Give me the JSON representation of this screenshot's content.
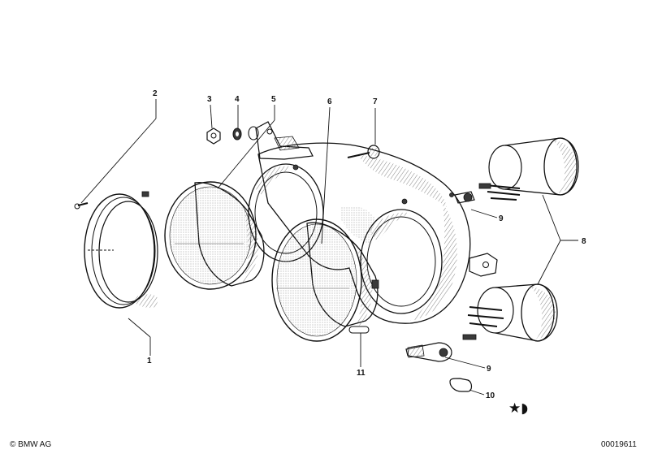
{
  "diagram": {
    "callouts": {
      "c1": "1",
      "c2": "2",
      "c3": "3",
      "c4": "4",
      "c5": "5",
      "c6": "6",
      "c7": "7",
      "c8": "8",
      "c9a": "9",
      "c9b": "9",
      "c10": "10",
      "c11": "11"
    },
    "copyright": "© BMW AG",
    "part_number": "00019611",
    "symbol": "★◗",
    "colors": {
      "ink": "#111111",
      "background": "#ffffff"
    }
  }
}
